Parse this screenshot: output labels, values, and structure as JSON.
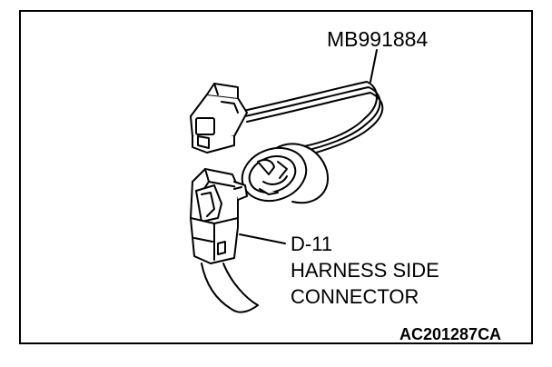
{
  "diagram": {
    "tool_label": "MB991884",
    "connector_id": "D-11",
    "connector_desc_line1": "HARNESS SIDE",
    "connector_desc_line2": "CONNECTOR",
    "figure_code": "AC201287CA"
  }
}
